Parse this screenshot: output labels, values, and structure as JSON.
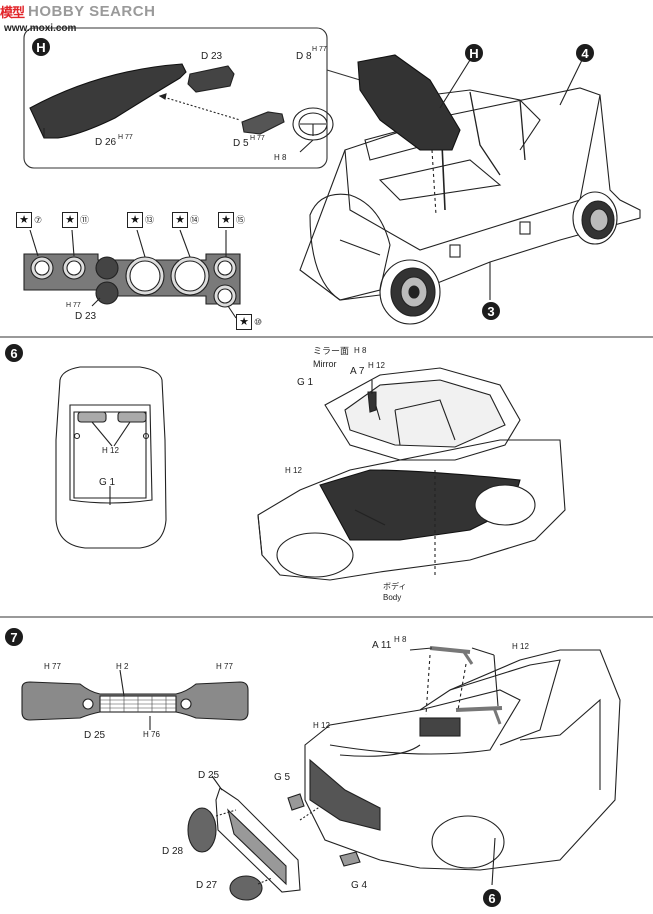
{
  "watermark": {
    "logo": "模型",
    "brand": "HOBBY SEARCH",
    "url": "www.moxi.com"
  },
  "steps": {
    "top": {
      "inset_marker": "H",
      "car_markers": [
        "H",
        "4",
        "3"
      ],
      "labels": {
        "d23": "D 23",
        "d8": "D 8",
        "d8_color": "H 77",
        "d26": "D 26",
        "d26_color": "H 77",
        "d5": "D 5",
        "d5_color": "H 77",
        "h8": "H 8",
        "d23b": "D 23",
        "h77b": "H 77"
      },
      "gauges": [
        {
          "num": "⑦"
        },
        {
          "num": "⑪"
        },
        {
          "num": "⑬"
        },
        {
          "num": "⑭"
        },
        {
          "num": "⑮"
        },
        {
          "num": "⑩"
        }
      ]
    },
    "step6": {
      "number": "6",
      "labels": {
        "h12_left": "H 12",
        "g1_left": "G 1",
        "mirror_jp": "ミラー面",
        "mirror_color": "H 8",
        "mirror_en": "Mirror",
        "g1_right": "G 1",
        "a7": "A 7",
        "a7_color": "H 12",
        "h12_right": "H 12",
        "body_jp": "ボディ",
        "body_en": "Body"
      }
    },
    "step7": {
      "number": "7",
      "labels": {
        "h77_left": "H 77",
        "h2": "H 2",
        "h77_right": "H 77",
        "d25_grille": "D 25",
        "h76": "H 76",
        "a11": "A 11",
        "a11_color": "H 8",
        "h12_wiper": "H 12",
        "h12_body": "H 12",
        "d25": "D 25",
        "g5": "G 5",
        "d28": "D 28",
        "d27": "D 27",
        "g4": "G 4",
        "ref6": "6"
      }
    }
  }
}
